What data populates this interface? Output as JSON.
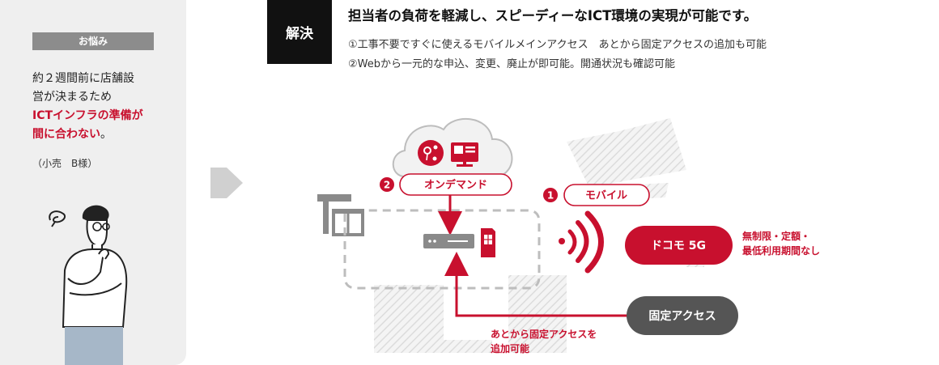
{
  "worry": {
    "badge": "お悩み",
    "line1": "約２週間前に店舗設",
    "line2": "営が決まるため",
    "line3_red": "ICTインフラの準備が",
    "line4_red": "間に合わない",
    "line4_end": "。",
    "source": "（小売　B様）"
  },
  "solution": {
    "badge": "解決",
    "title": "担当者の負荷を軽減し、スピーディーなICT環境の実現が可能です。",
    "point1": "①工事不要ですぐに使えるモバイルメインアクセス　あとから固定アクセスの追加も可能",
    "point2": "②Webから一元的な申込、変更、廃止が即可能。開通状況も確認可能"
  },
  "diagram": {
    "ondemand_number": "2",
    "ondemand_label": "オンデマンド",
    "mobile_number": "1",
    "mobile_label": "モバイル",
    "docomo_label": "ドコモ 5G",
    "unlimited_line1": "無制限・定額・",
    "unlimited_line2": "最低利用期間なし",
    "fixed_access_label": "固定アクセス",
    "add_later_line1": "あとから固定アクセスを",
    "add_later_line2": "追加可能"
  },
  "colors": {
    "accent": "#c8102e",
    "dark_pill": "#555555",
    "cloud_fill": "#f2f2f2",
    "cloud_stroke": "#bdbdbd",
    "badge_gray": "#8c8c8c"
  },
  "icons": [
    "worry-bubble-icon",
    "person-illustration",
    "chevron-right-icon",
    "cloud-icon",
    "gear-network-icon",
    "monitor-icon",
    "store-icon",
    "router-icon",
    "sim-card-icon",
    "wireless-signal-icon"
  ]
}
